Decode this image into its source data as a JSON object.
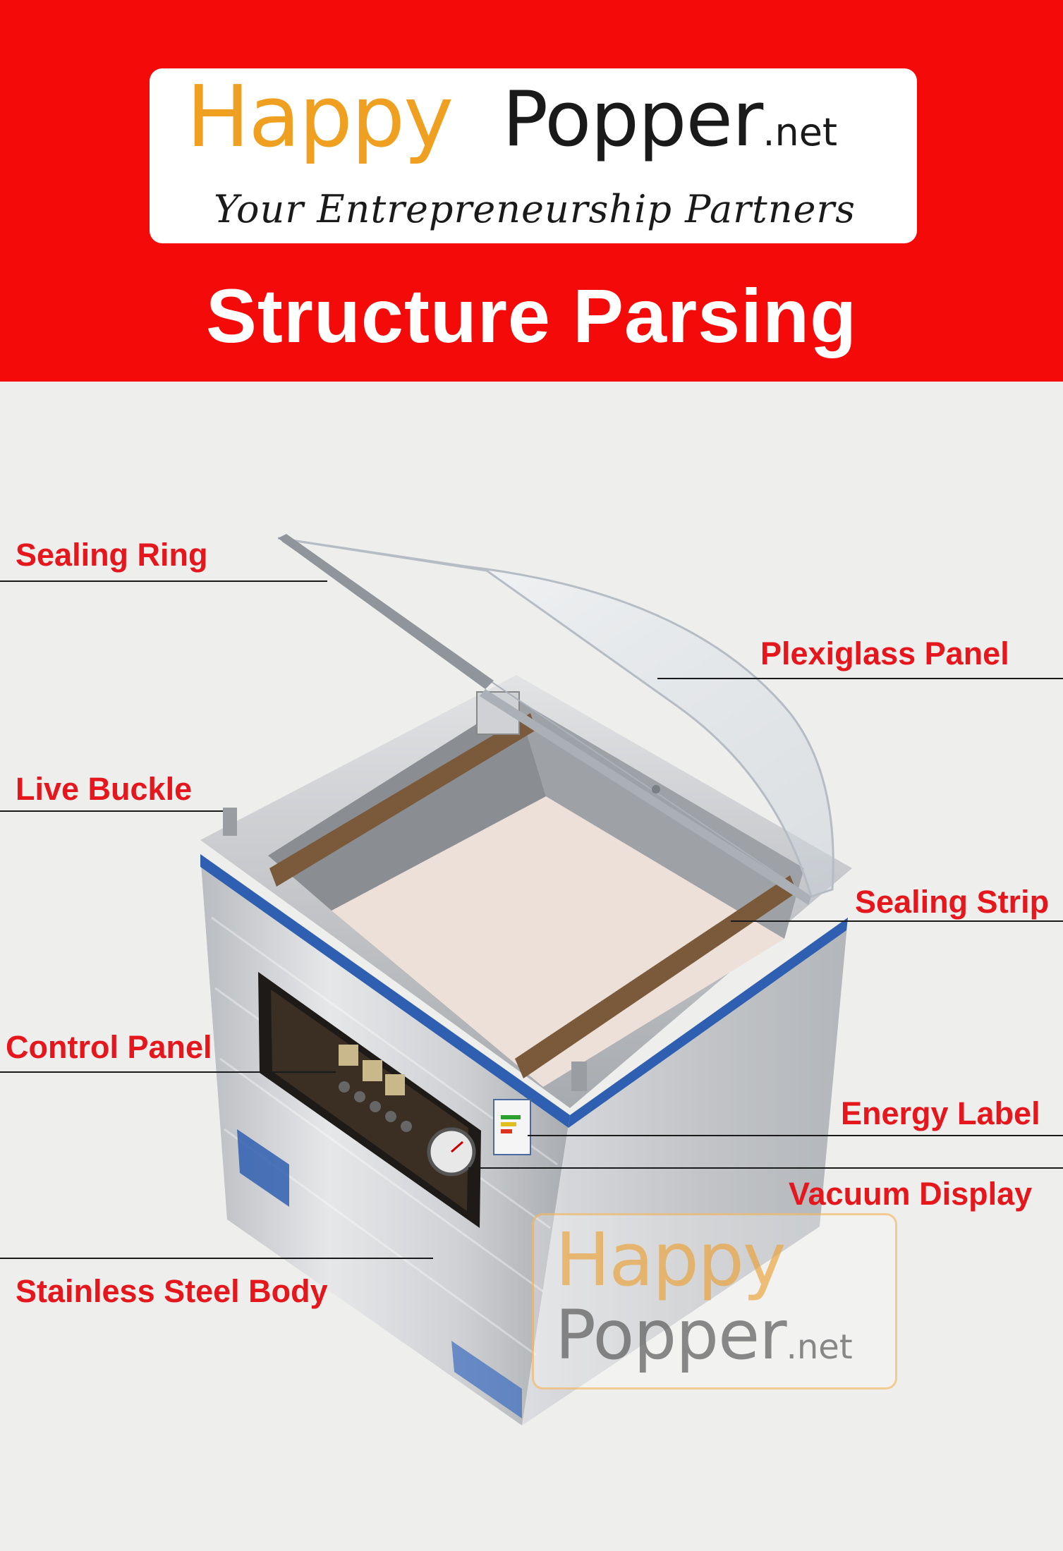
{
  "brand": {
    "happy": "Happy",
    "popper": "Popper",
    "net": ".net",
    "tagline": "Your Entrepreneurship Partners"
  },
  "banner": {
    "title": "Structure Parsing"
  },
  "callouts": {
    "sealing_ring": "Sealing Ring",
    "plexiglass_panel": "Plexiglass Panel",
    "live_buckle": "Live Buckle",
    "sealing_strip": "Sealing Strip",
    "control_panel": "Control Panel",
    "energy_label": "Energy Label",
    "vacuum_display": "Vacuum Display",
    "stainless_steel_body": "Stainless Steel Body"
  },
  "watermark": {
    "happy": "Happy",
    "popper": "Popper",
    "net": ".net"
  },
  "colors": {
    "banner": "#f50a0a",
    "brand_orange": "#f0a020",
    "callout_red": "#e5161c"
  }
}
